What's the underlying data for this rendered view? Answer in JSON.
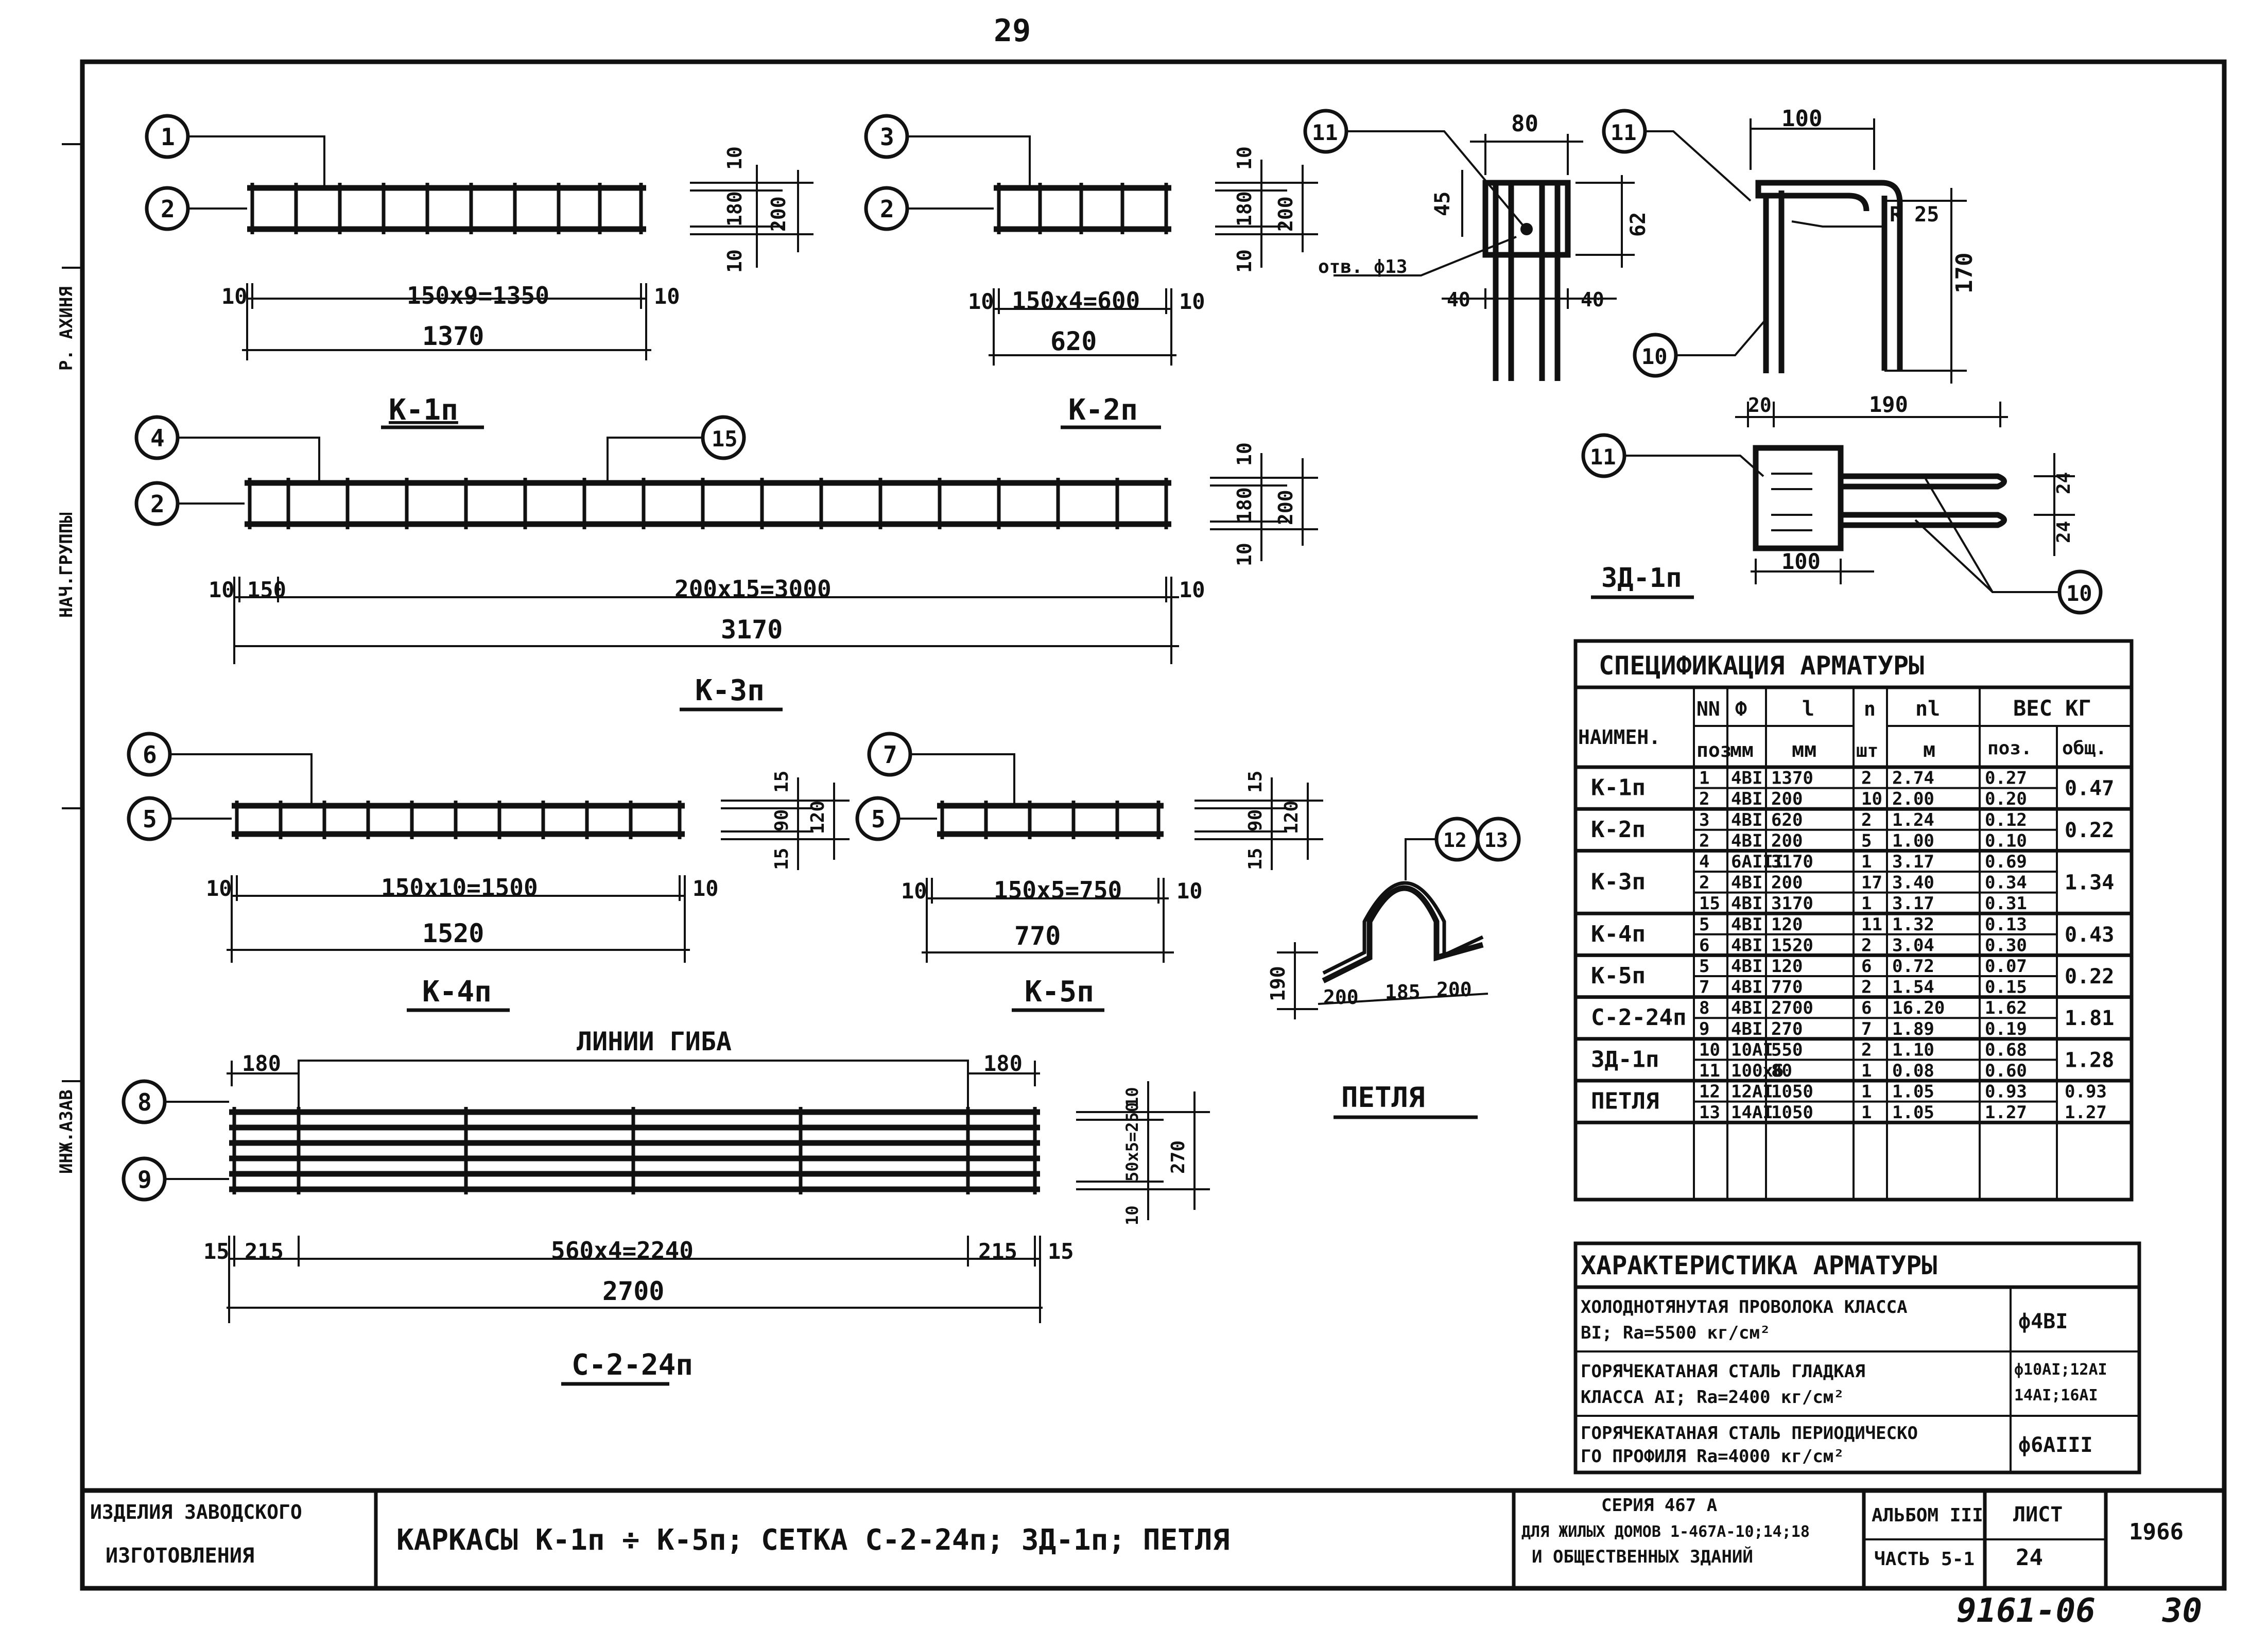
{
  "page_number": "29",
  "side_notes": [
    "Р. АХИНЯ",
    "НАЧ.ГРУППЫ",
    "ИНЖ.АЗАВ"
  ],
  "frames": [
    {
      "name": "К-1п",
      "pos": [
        "1",
        "2"
      ],
      "spacing": "150х9=1350",
      "overall": "1370",
      "end": "10",
      "h": [
        "10",
        "180",
        "10"
      ],
      "h_total": "200"
    },
    {
      "name": "К-2п",
      "pos": [
        "3",
        "2"
      ],
      "spacing": "150х4=600",
      "overall": "620",
      "end": "10",
      "h": [
        "10",
        "180",
        "10"
      ],
      "h_total": "200"
    },
    {
      "name": "К-3п",
      "pos": [
        "4",
        "2",
        "15"
      ],
      "spacing": "200х15=3000",
      "first": "150",
      "overall": "3170",
      "end": "10",
      "h": [
        "10",
        "180",
        "10"
      ],
      "h_total": "200"
    },
    {
      "name": "К-4п",
      "pos": [
        "6",
        "5"
      ],
      "spacing": "150х10=1500",
      "overall": "1520",
      "end": "10",
      "h": [
        "15",
        "90",
        "15"
      ],
      "h_total": "120"
    },
    {
      "name": "К-5п",
      "pos": [
        "7",
        "5"
      ],
      "spacing": "150х5=750",
      "overall": "770",
      "end": "10",
      "h": [
        "15",
        "90",
        "15"
      ],
      "h_total": "120"
    }
  ],
  "mesh": {
    "name": "С-2-24п",
    "pos": [
      "8",
      "9"
    ],
    "bend_label": "ЛИНИИ ГИБА",
    "bend_dim": "180",
    "spacing": "560х4=2240",
    "edge": "215",
    "end": "15",
    "overall": "2700",
    "h": [
      "10",
      "50х5=250",
      "10"
    ],
    "h_total": "270"
  },
  "embed": {
    "name": "ЗД-1п",
    "pos": [
      "11",
      "10"
    ],
    "dim_w": "80",
    "dim_45": "45",
    "dim_62": "62",
    "hole": "отв. ф13",
    "dim_40": "40",
    "dim_100": "100",
    "radius": "R 25",
    "dim_170": "170",
    "dim_20": "20",
    "dim_190": "190",
    "dim_100b": "100",
    "dim_24": "24"
  },
  "loop": {
    "name": "ПЕТЛЯ",
    "pos": [
      "12",
      "13"
    ],
    "dims": [
      "190",
      "200",
      "185",
      "200"
    ]
  },
  "spec": {
    "title": "СПЕЦИФИКАЦИЯ АРМАТУРЫ",
    "headers": {
      "name": "НАИМЕН.",
      "pos": "NN",
      "pos2": "поз",
      "d": "Ф",
      "d2": "мм",
      "len": "l",
      "len2": "мм",
      "n": "n",
      "n2": "шт",
      "tl": "nl",
      "tl2": "м",
      "weight": "ВЕС  КГ",
      "w_pos": "поз.",
      "w_tot": "общ."
    },
    "groups": [
      {
        "name": "К-1п",
        "total": "0.47",
        "rows": [
          [
            "1",
            "4ВI",
            "1370",
            "2",
            "2.74",
            "0.27"
          ],
          [
            "2",
            "4ВI",
            "200",
            "10",
            "2.00",
            "0.20"
          ]
        ]
      },
      {
        "name": "К-2п",
        "total": "0.22",
        "rows": [
          [
            "3",
            "4ВI",
            "620",
            "2",
            "1.24",
            "0.12"
          ],
          [
            "2",
            "4ВI",
            "200",
            "5",
            "1.00",
            "0.10"
          ]
        ]
      },
      {
        "name": "К-3п",
        "total": "1.34",
        "rows": [
          [
            "4",
            "6АIII",
            "3170",
            "1",
            "3.17",
            "0.69"
          ],
          [
            "2",
            "4ВI",
            "200",
            "17",
            "3.40",
            "0.34"
          ],
          [
            "15",
            "4ВI",
            "3170",
            "1",
            "3.17",
            "0.31"
          ]
        ]
      },
      {
        "name": "К-4п",
        "total": "0.43",
        "rows": [
          [
            "5",
            "4ВI",
            "120",
            "11",
            "1.32",
            "0.13"
          ],
          [
            "6",
            "4ВI",
            "1520",
            "2",
            "3.04",
            "0.30"
          ]
        ]
      },
      {
        "name": "К-5п",
        "total": "0.22",
        "rows": [
          [
            "5",
            "4ВI",
            "120",
            "6",
            "0.72",
            "0.07"
          ],
          [
            "7",
            "4ВI",
            "770",
            "2",
            "1.54",
            "0.15"
          ]
        ]
      },
      {
        "name": "С-2-24п",
        "total": "1.81",
        "rows": [
          [
            "8",
            "4ВI",
            "2700",
            "6",
            "16.20",
            "1.62"
          ],
          [
            "9",
            "4ВI",
            "270",
            "7",
            "1.89",
            "0.19"
          ]
        ]
      },
      {
        "name": "ЗД-1п",
        "total": "1.28",
        "rows": [
          [
            "10",
            "10АI",
            "550",
            "2",
            "1.10",
            "0.68"
          ],
          [
            "11",
            "100х6",
            "80",
            "1",
            "0.08",
            "0.60"
          ]
        ]
      },
      {
        "name": "ПЕТЛЯ",
        "total": "0.93",
        "total2": "1.27",
        "rows": [
          [
            "12",
            "12АI",
            "1050",
            "1",
            "1.05",
            "0.93"
          ],
          [
            "13",
            "14АI",
            "1050",
            "1",
            "1.05",
            "1.27"
          ]
        ]
      }
    ]
  },
  "char": {
    "title": "ХАРАКТЕРИСТИКА АРМАТУРЫ",
    "rows": [
      {
        "desc1": "ХОЛОДНОТЯНУТАЯ ПРОВОЛОКА КЛАССА",
        "desc2": "ВI; Rа=5500 кг/см²",
        "mark": "ф4ВI"
      },
      {
        "desc1": "ГОРЯЧЕКАТАНАЯ СТАЛЬ ГЛАДКАЯ",
        "desc2": "КЛАССА АI; Rа=2400 кг/см²",
        "mark": "ф10АI;12АI",
        "mark2": "14АI;16АI"
      },
      {
        "desc1": "ГОРЯЧЕКАТАНАЯ СТАЛЬ ПЕРИОДИЧЕСКО",
        "desc2": "ГО ПРОФИЛЯ Rа=4000 кг/см²",
        "mark": "ф6АIII"
      }
    ]
  },
  "title_block": {
    "left1": "ИЗДЕЛИЯ ЗАВОДСКОГО",
    "left2": "ИЗГОТОВЛЕНИЯ",
    "main": "КАРКАСЫ  К-1п ÷ К-5п;  СЕТКА С-2-24п;  ЗД-1п;  ПЕТЛЯ",
    "series1": "СЕРИЯ 467 А",
    "series2": "ДЛЯ ЖИЛЫХ ДОМОВ 1-467А-10;14;18",
    "series3": "И ОБЩЕСТВЕННЫХ ЗДАНИЙ",
    "album1": "АЛЬБОМ III",
    "album2": "ЧАСТЬ 5-1",
    "sheet1": "ЛИСТ",
    "sheet2": "24",
    "year": "1966"
  },
  "footer_code": "9161-06",
  "footer_num": "30"
}
